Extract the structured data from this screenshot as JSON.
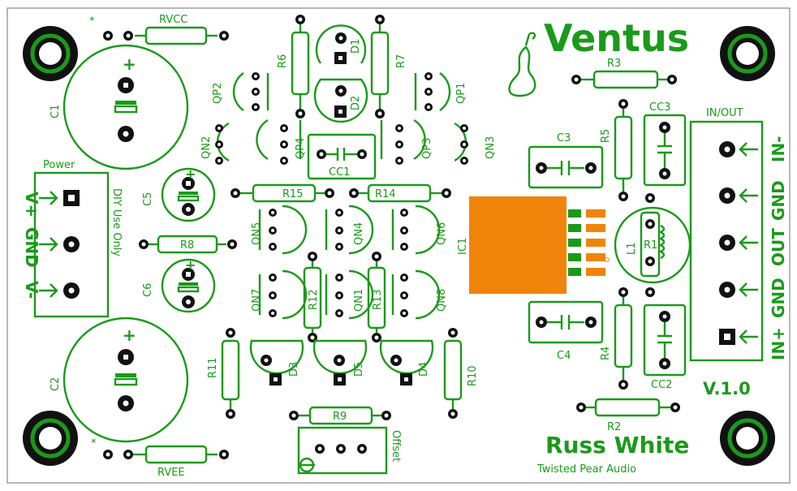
{
  "title": "Ventus",
  "author": "Russ White",
  "company": "Twisted Pear Audio",
  "version": "V.1.0",
  "labels": {
    "power": "Power",
    "in_out": "IN/OUT",
    "diy": "DIY Use Only",
    "offset": "Offset",
    "vplus": "V+",
    "gnd": "GND",
    "vminus": "V-",
    "in_minus": "IN-",
    "gnd_r1": "GND",
    "out": "OUT",
    "gnd_r2": "GND",
    "in_plus": "IN+"
  },
  "refs": {
    "rvcc": "RVCC",
    "rvee": "RVEE",
    "r3": "R3",
    "r2": "R2",
    "r4": "R4",
    "r5": "R5",
    "r6": "R6",
    "r7": "R7",
    "r8": "R8",
    "r9": "R9",
    "r10": "R10",
    "r11": "R11",
    "r12": "R12",
    "r13": "R13",
    "r14": "R14",
    "r15": "R15",
    "r1": "R1",
    "l1": "L1",
    "c1": "C1",
    "c2": "C2",
    "c3": "C3",
    "c4": "C4",
    "c5": "C5",
    "c6": "C6",
    "cc1": "CC1",
    "cc2": "CC2",
    "cc3": "CC3",
    "ic1": "IC1",
    "d1": "D1",
    "d2": "D2",
    "d3": "D3",
    "d4": "D4",
    "d5": "D5",
    "qp1": "QP1",
    "qp2": "QP2",
    "qp3": "QP3",
    "qp4": "QP4",
    "qn1": "QN1",
    "qn2": "QN2",
    "qn3": "QN3",
    "qn4": "QN4",
    "qn5": "QN5",
    "qn6": "QN6",
    "qn7": "QN7",
    "qn8": "QN8",
    "plus": "+",
    "star": "*"
  },
  "colors": {
    "silkscreen": "#1a9a1a",
    "pad": "#111111",
    "ic_body": "#f0840a",
    "ic_pad": "#1a9a1a",
    "background": "#ffffff"
  }
}
